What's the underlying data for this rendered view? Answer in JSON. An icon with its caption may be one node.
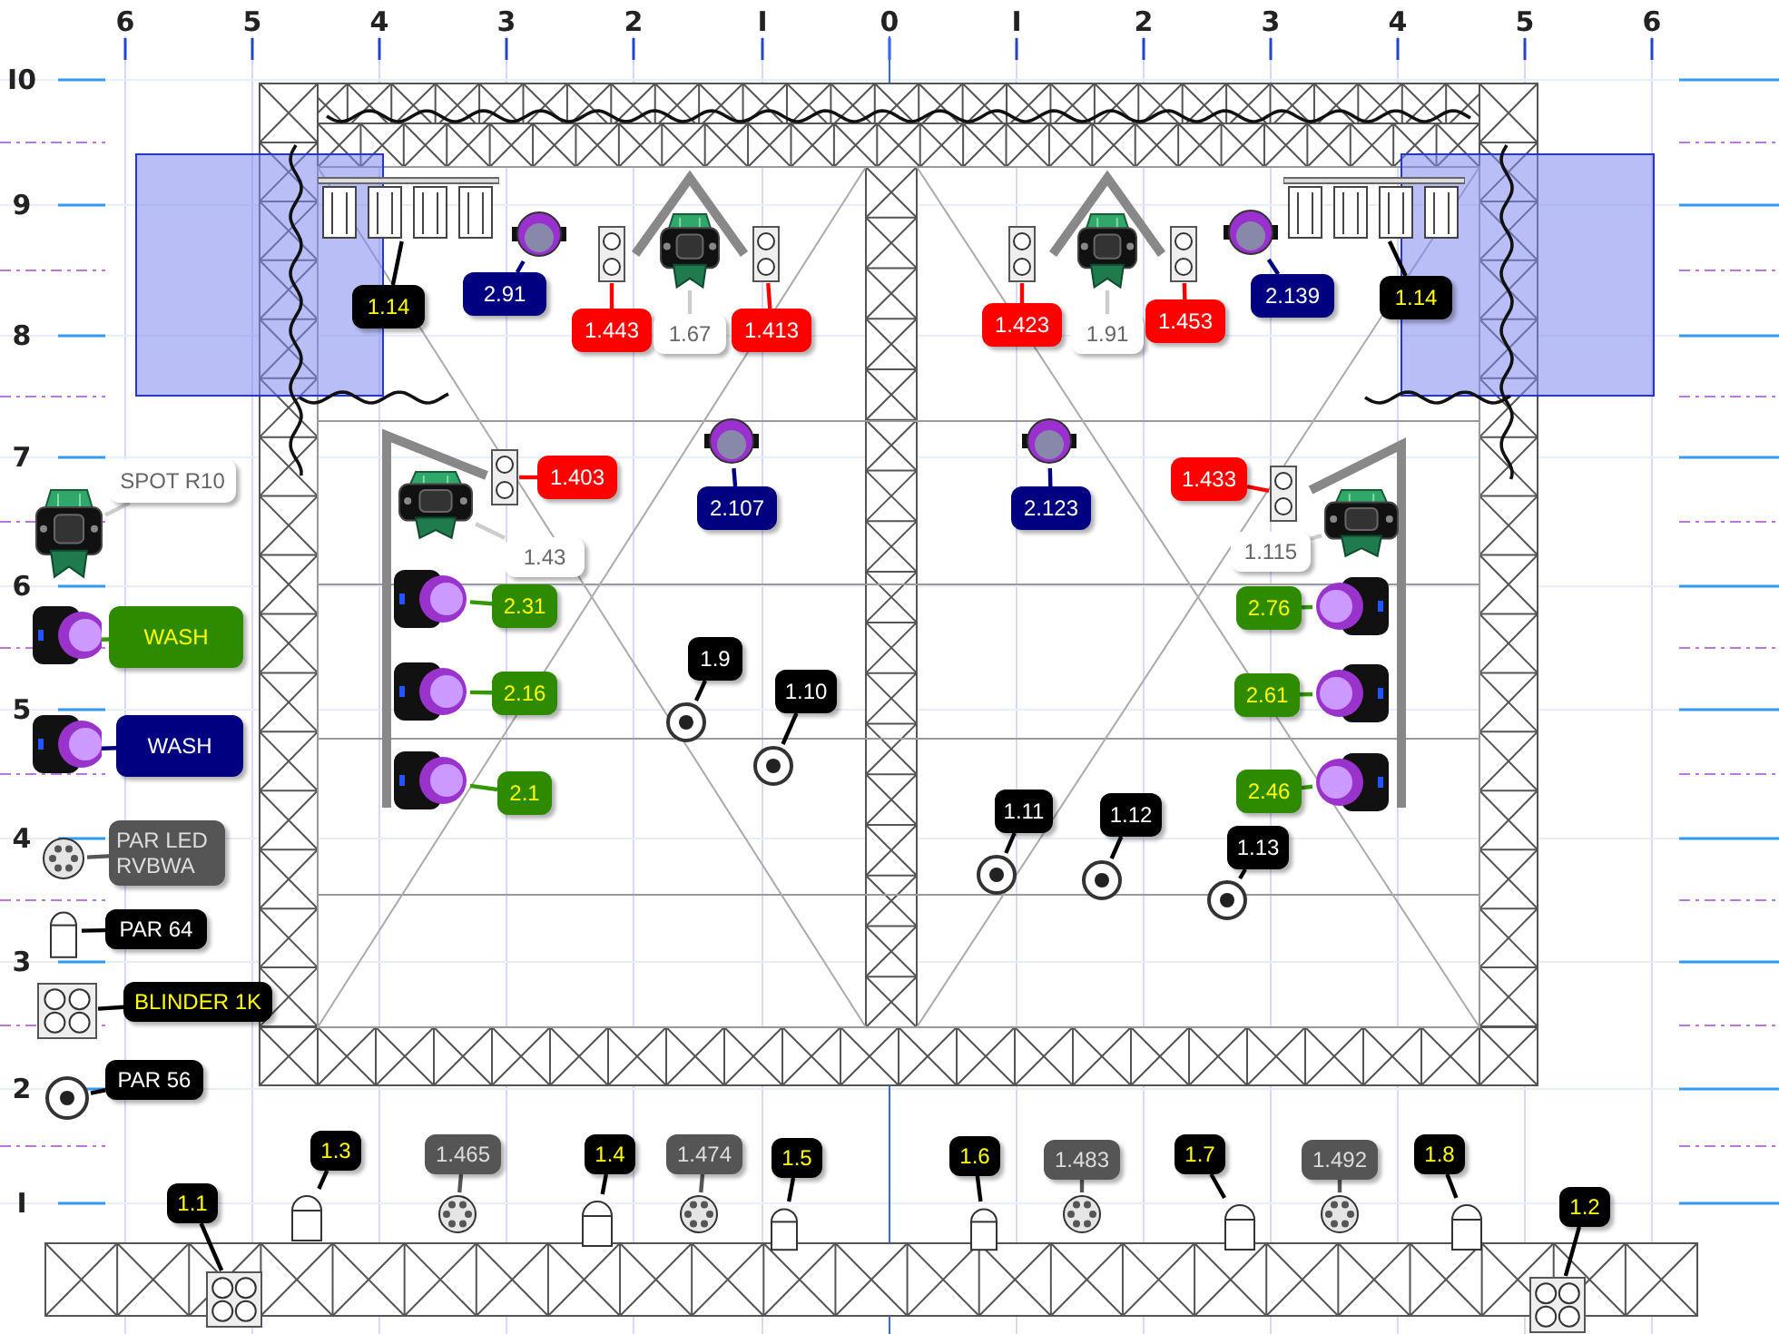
{
  "diagram": {
    "nodes": [
      {
        "text": [
          "1.14"
        ]
      },
      {
        "text": [],
        "shape": "picture"
      },
      {
        "text": [
          "2.91"
        ]
      },
      {
        "text": [],
        "shape": "picture"
      },
      {
        "text": [
          "1.443"
        ]
      },
      {
        "text": [],
        "shape": "picture"
      },
      {
        "text": [
          "1.67"
        ]
      },
      {
        "text": [],
        "shape": "picture"
      },
      {
        "text": [
          "1.413"
        ]
      },
      {
        "text": [],
        "shape": "picture"
      },
      {
        "text": [
          "1.423"
        ]
      },
      {
        "text": [],
        "shape": "picture"
      },
      {
        "text": [
          "1.91"
        ]
      },
      {
        "text": [],
        "shape": "picture"
      },
      {
        "text": [
          "1.453"
        ]
      },
      {
        "text": [],
        "shape": "picture"
      },
      {
        "text": [
          "2.139"
        ]
      },
      {
        "text": [],
        "shape": "picture"
      },
      {
        "text": [
          "1.14"
        ]
      },
      {
        "text": [],
        "shape": "picture"
      },
      {
        "text": [
          "SPOT R10"
        ]
      },
      {
        "text": [],
        "shape": "picture"
      },
      {
        "text": [
          "1.403"
        ]
      },
      {
        "text": [],
        "shape": "picture"
      },
      {
        "text": [
          "1.43"
        ]
      },
      {
        "text": [],
        "shape": "picture"
      },
      {
        "text": [
          "2.107"
        ]
      },
      {
        "text": [],
        "shape": "picture"
      },
      {
        "text": [
          "2.123"
        ]
      },
      {
        "text": [],
        "shape": "picture"
      },
      {
        "text": [
          "1.433"
        ]
      },
      {
        "text": [],
        "shape": "picture"
      },
      {
        "text": [
          "1.115"
        ]
      },
      {
        "text": [],
        "shape": "picture"
      },
      {
        "text": [
          "WASH"
        ]
      },
      {
        "text": [],
        "shape": "picture"
      },
      {
        "text": [
          "2.31"
        ]
      },
      {
        "text": [],
        "shape": "picture"
      },
      {
        "text": [
          "2.76"
        ]
      },
      {
        "text": [],
        "shape": "picture"
      },
      {
        "text": [
          "WASH"
        ]
      },
      {
        "text": [],
        "shape": "picture"
      },
      {
        "text": [
          "2.16"
        ]
      },
      {
        "text": [],
        "shape": "picture"
      },
      {
        "text": [
          "2.61"
        ]
      },
      {
        "text": [],
        "shape": "picture"
      },
      {
        "text": [
          "1.9"
        ]
      },
      {
        "text": [],
        "shape": "picture"
      },
      {
        "text": [
          "1.10"
        ]
      },
      {
        "text": [],
        "shape": "picture"
      },
      {
        "text": [
          "2.1"
        ]
      },
      {
        "text": [],
        "shape": "picture"
      },
      {
        "text": [
          "2.46"
        ]
      },
      {
        "text": [],
        "shape": "picture"
      },
      {
        "text": [
          "PAR LED RVBWA"
        ]
      },
      {
        "text": [],
        "shape": "picture"
      },
      {
        "text": [
          "1.11"
        ]
      },
      {
        "text": [],
        "shape": "picture"
      },
      {
        "text": [
          "1.12"
        ]
      },
      {
        "text": [],
        "shape": "picture"
      },
      {
        "text": [
          "1.13"
        ]
      },
      {
        "text": [],
        "shape": "picture"
      },
      {
        "text": [
          "PAR 64"
        ]
      },
      {
        "text": [],
        "shape": "box"
      },
      {
        "text": [
          "BLINDER 1K"
        ]
      },
      {
        "text": [],
        "shape": "picture"
      },
      {
        "text": [
          "PAR 56"
        ]
      },
      {
        "text": [],
        "shape": "picture"
      },
      {
        "text": [
          "1.3"
        ]
      },
      {
        "text": [],
        "shape": "box"
      },
      {
        "text": [
          "1.465"
        ]
      },
      {
        "text": [],
        "shape": "picture"
      },
      {
        "text": [
          "1.4"
        ]
      },
      {
        "text": [],
        "shape": "box"
      },
      {
        "text": [
          "1.474"
        ]
      },
      {
        "text": [],
        "shape": "picture"
      },
      {
        "text": [
          "1.5"
        ]
      },
      {
        "text": [],
        "shape": "box"
      },
      {
        "text": [
          "1.6"
        ]
      },
      {
        "text": [],
        "shape": "box"
      },
      {
        "text": [
          "1.483"
        ]
      },
      {
        "text": [],
        "shape": "picture"
      },
      {
        "text": [
          "1.7"
        ]
      },
      {
        "text": [],
        "shape": "box"
      },
      {
        "text": [
          "1.492"
        ]
      },
      {
        "text": [],
        "shape": "picture"
      },
      {
        "text": [
          "1.8"
        ]
      },
      {
        "text": [],
        "shape": "box"
      },
      {
        "text": [
          "1.1"
        ]
      },
      {
        "text": [],
        "shape": "picture"
      },
      {
        "text": [
          "1.2"
        ]
      },
      {
        "text": [],
        "shape": "picture"
      }
    ],
    "edges": [
      {
        "from": 0,
        "to": 1,
        "arrow": "none"
      },
      {
        "from": 2,
        "to": 3,
        "arrow": "none",
        "color": "#000080"
      },
      {
        "from": 4,
        "to": 5,
        "arrow": "none",
        "color": "#ff0000"
      },
      {
        "from": 6,
        "to": 7,
        "arrow": "none",
        "color": "#cccccc"
      },
      {
        "from": 8,
        "to": 9,
        "arrow": "none",
        "color": "#ff0000"
      },
      {
        "from": 10,
        "to": 11,
        "arrow": "none",
        "color": "#ff0000"
      },
      {
        "from": 12,
        "to": 13,
        "arrow": "none",
        "color": "#cccccc"
      },
      {
        "from": 14,
        "to": 15,
        "arrow": "none",
        "color": "#ff0000"
      },
      {
        "from": 16,
        "to": 17,
        "arrow": "none",
        "color": "#000080"
      },
      {
        "from": 18,
        "to": 19,
        "arrow": "none"
      },
      {
        "from": 20,
        "to": 21,
        "arrow": "none",
        "color": "#cccccc"
      },
      {
        "from": 22,
        "to": 23,
        "arrow": "none",
        "color": "#ff0000"
      },
      {
        "from": 24,
        "to": 25,
        "arrow": "none",
        "color": "#cccccc"
      },
      {
        "from": 26,
        "to": 27,
        "arrow": "none",
        "color": "#000080"
      },
      {
        "from": 28,
        "to": 29,
        "arrow": "none",
        "color": "#000080"
      },
      {
        "from": 30,
        "to": 31,
        "arrow": "none",
        "color": "#ff0000"
      },
      {
        "from": 32,
        "to": 33,
        "arrow": "none",
        "color": "#cccccc"
      },
      {
        "from": 34,
        "to": 35,
        "arrow": "none",
        "color": "#339900"
      },
      {
        "from": 36,
        "to": 37,
        "arrow": "none",
        "color": "#339900"
      },
      {
        "from": 38,
        "to": 39,
        "arrow": "none",
        "color": "#339900"
      },
      {
        "from": 40,
        "to": 41,
        "arrow": "none",
        "color": "#000080"
      },
      {
        "from": 42,
        "to": 43,
        "arrow": "none",
        "color": "#339900"
      },
      {
        "from": 44,
        "to": 45,
        "arrow": "none",
        "color": "#339900"
      },
      {
        "from": 46,
        "to": 47,
        "arrow": "none"
      },
      {
        "from": 48,
        "to": 49,
        "arrow": "none"
      },
      {
        "from": 50,
        "to": 51,
        "arrow": "none",
        "color": "#339900"
      },
      {
        "from": 52,
        "to": 53,
        "arrow": "none",
        "color": "#339900"
      },
      {
        "from": 54,
        "to": 55,
        "arrow": "none",
        "color": "#555555"
      },
      {
        "from": 56,
        "to": 57,
        "arrow": "none"
      },
      {
        "from": 58,
        "to": 59,
        "arrow": "none"
      },
      {
        "from": 60,
        "to": 61,
        "arrow": "none"
      },
      {
        "from": 62,
        "to": 63,
        "arrow": "none"
      },
      {
        "from": 64,
        "to": 65,
        "arrow": "none"
      },
      {
        "from": 66,
        "to": 67,
        "arrow": "none"
      },
      {
        "from": 68,
        "to": 69,
        "arrow": "none"
      },
      {
        "from": 70,
        "to": 71,
        "arrow": "none",
        "color": "#555555"
      },
      {
        "from": 72,
        "to": 73,
        "arrow": "none"
      },
      {
        "from": 74,
        "to": 75,
        "arrow": "none",
        "color": "#555555"
      },
      {
        "from": 76,
        "to": 77,
        "arrow": "none"
      },
      {
        "from": 78,
        "to": 79,
        "arrow": "none"
      },
      {
        "from": 80,
        "to": 81,
        "arrow": "none",
        "color": "#555555"
      },
      {
        "from": 82,
        "to": 83,
        "arrow": "none"
      },
      {
        "from": 84,
        "to": 85,
        "arrow": "none",
        "color": "#555555"
      },
      {
        "from": 86,
        "to": 87,
        "arrow": "none"
      },
      {
        "from": 88,
        "to": 89,
        "arrow": "none"
      },
      {
        "from": 90,
        "to": 91,
        "arrow": "none"
      }
    ],
    "labels": [
      "6",
      "5",
      "4",
      "3",
      "2",
      "I",
      "0",
      "I",
      "2",
      "3",
      "4",
      "5",
      "6",
      "I0",
      "9",
      "8",
      "7",
      "6",
      "5",
      "4",
      "3",
      "2",
      "I"
    ]
  }
}
